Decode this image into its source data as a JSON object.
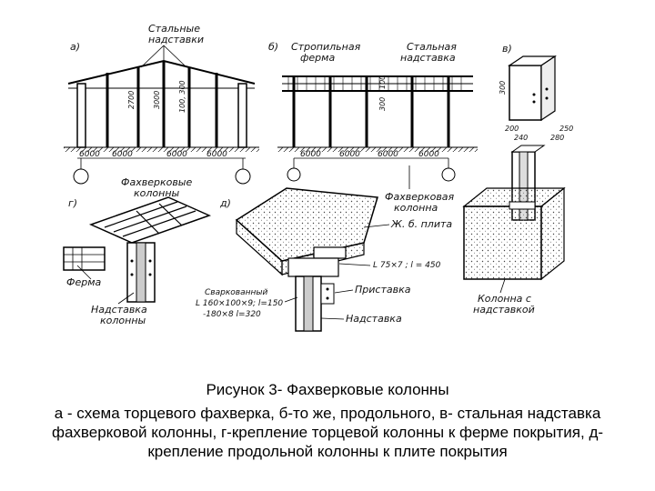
{
  "figure": {
    "labels": {
      "a": "а)",
      "b": "б)",
      "v": "в)",
      "g": "г)",
      "d": "д)",
      "steel_ext_a": "Стальные надставки",
      "rafter_truss": "Стропильная ферма",
      "steel_ext_b": "Стальная надставка",
      "fachwerk_cols": "Фахверковые колонны",
      "fachwerk_col": "Фахверковая колонна",
      "rc_slab": "Ж. б. плита",
      "truss": "Ферма",
      "col_ext": "Надставка колонны",
      "angle_top": "L 75×7 ; l = 450",
      "welded_angle_1": "Сваркованный",
      "welded_angle_2": "L 160×100×9; l=150",
      "welded_angle_3": "-180×8 l=320",
      "weld_on": "Приставка",
      "extension": "Надставка",
      "col_with_ext_1": "Колонна с",
      "col_with_ext_2": "надставкой"
    },
    "dims": {
      "d6000_1": "6000",
      "d6000_2": "6000",
      "d6000_3": "6000",
      "d6000_4": "6000",
      "d6000_5": "6000",
      "d6000_6": "6000",
      "d6000_7": "6000",
      "d6000_8": "6000",
      "h2700": "2700",
      "h3000": "3000",
      "h1800": "100, 300",
      "h100": "100",
      "h300": "300",
      "w200": "200",
      "w240": "240",
      "w250": "250",
      "w280": "280"
    }
  },
  "caption": {
    "title": "Рисунок 3-  Фахверковые колонны",
    "description": "а - схема торцевого фахверка, б-то же, продольного, в- стальная надставка фахверковой колонны, г-крепление торцевой колонны к ферме покрытия, д- крепление продольной колонны к плите покрытия"
  }
}
